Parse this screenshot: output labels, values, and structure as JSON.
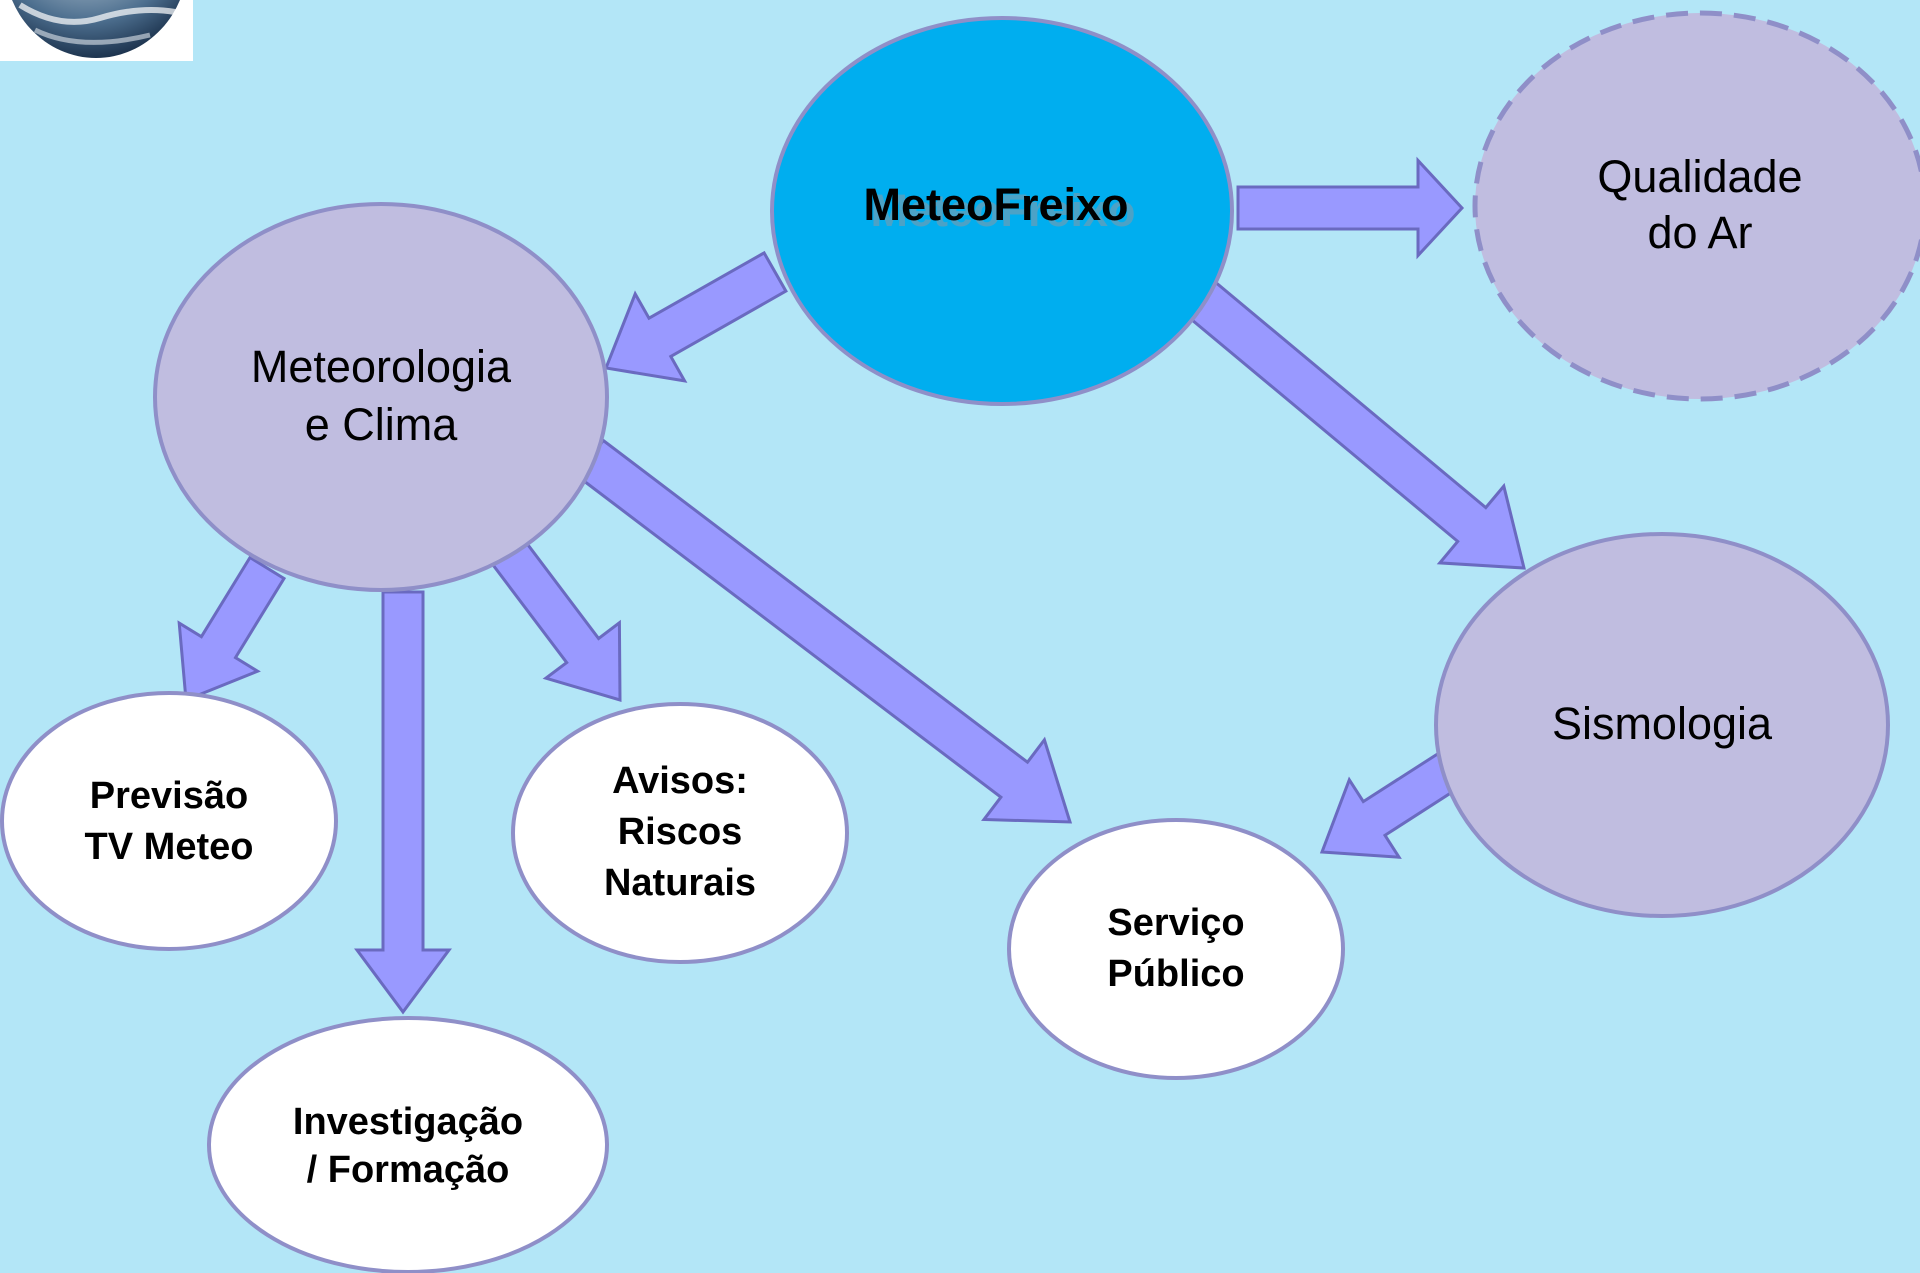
{
  "nodes": {
    "center": {
      "text": "MeteoFreixo"
    },
    "qualidade_ar": {
      "lines": [
        "Qualidade",
        "do Ar"
      ]
    },
    "meteorologia": {
      "lines": [
        "Meteorologia",
        "e Clima"
      ]
    },
    "sismologia": {
      "lines": [
        "Sismologia"
      ]
    },
    "previsao": {
      "lines": [
        "Previsão",
        "TV Meteo"
      ]
    },
    "avisos": {
      "lines": [
        "Avisos:",
        "Riscos",
        "Naturais"
      ]
    },
    "servico": {
      "lines": [
        "Serviço",
        "Público"
      ]
    },
    "investigacao": {
      "lines": [
        "Investigação",
        "/ Formação"
      ]
    }
  },
  "colors": {
    "background": "#b3e6f7",
    "center_fill": "#00aeef",
    "lilac_fill": "#c0bde0",
    "white_fill": "#ffffff",
    "outline": "#8f8fc8",
    "arrow_fill": "#9999ff"
  },
  "logo": {
    "icon": "earth-globe-icon"
  }
}
